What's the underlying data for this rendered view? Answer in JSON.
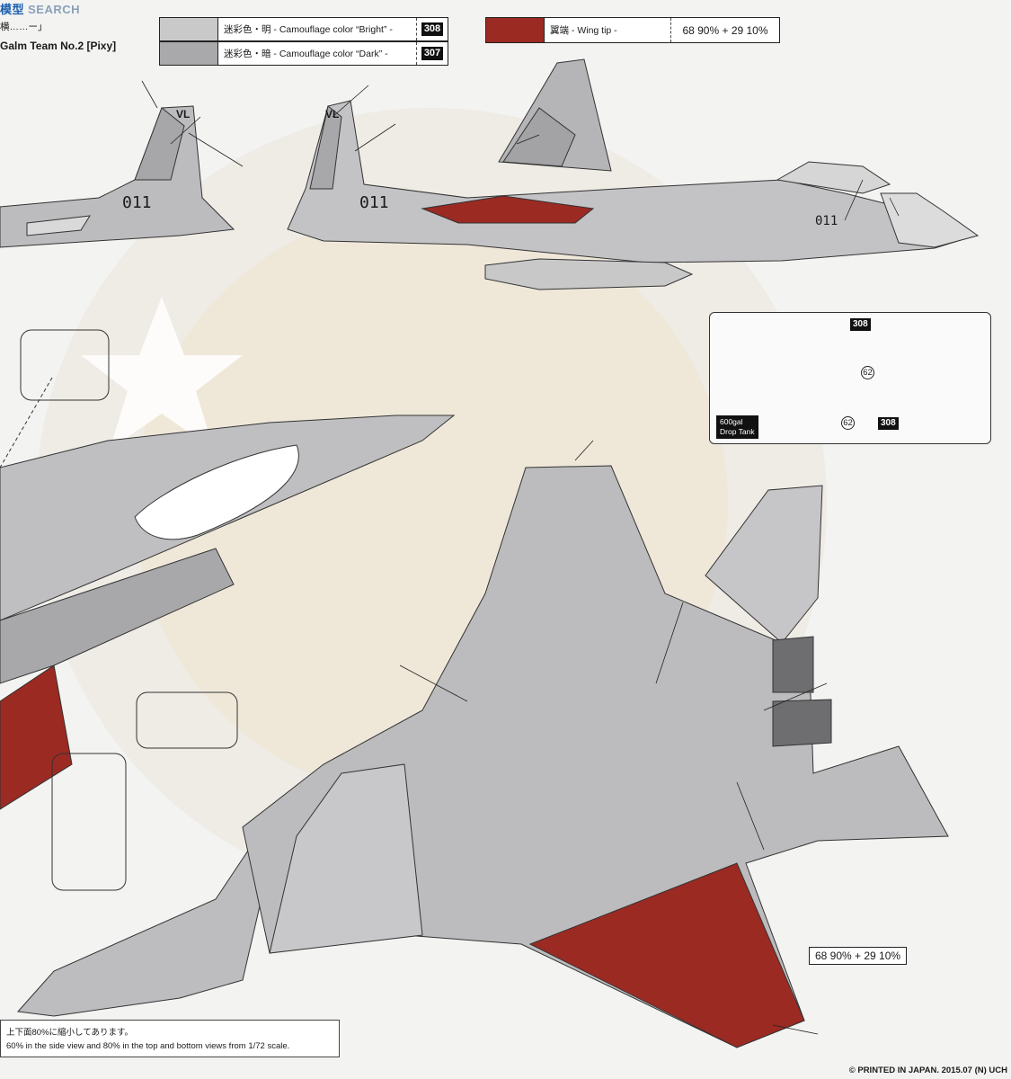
{
  "watermark": {
    "part1": "模型",
    "part2": "SEARCH"
  },
  "header": {
    "title_jp": "横……ー」",
    "title_en": "Galm Team No.2 [Pixy]"
  },
  "legend": {
    "bright": {
      "label": "迷彩色・明 - Camouflage color “Bright” -",
      "code": "308",
      "color": "#c9c9ca"
    },
    "dark": {
      "label": "迷彩色・暗 - Camouflage color “Dark” -",
      "code": "307",
      "color": "#a9a9ab"
    },
    "wingtip": {
      "label": "翼端 - Wing tip -",
      "mix": "68 90% + 29 10%",
      "color": "#9b2a23"
    }
  },
  "drop_tank": {
    "label_line1": "600gal",
    "label_line2": "Drop Tank",
    "codes": [
      "308",
      "62",
      "62",
      "308"
    ]
  },
  "mix_note": "68 90% + 29 10%",
  "scale_note": {
    "line1": "上下面80%に縮小してあります。",
    "line2": "60% in the side view and 80% in the top and bottom views from 1/72 scale."
  },
  "footer": "© PRINTED IN JAPAN. 2015.07 (N) UCH",
  "tail_text": "VL",
  "aircraft_number": "011",
  "colors": {
    "camo_bright": "#c9c9ca",
    "camo_dark": "#a9a9ab",
    "wing_tip": "#9b2a23",
    "gull": "#bdbdbf",
    "line": "#333333"
  }
}
